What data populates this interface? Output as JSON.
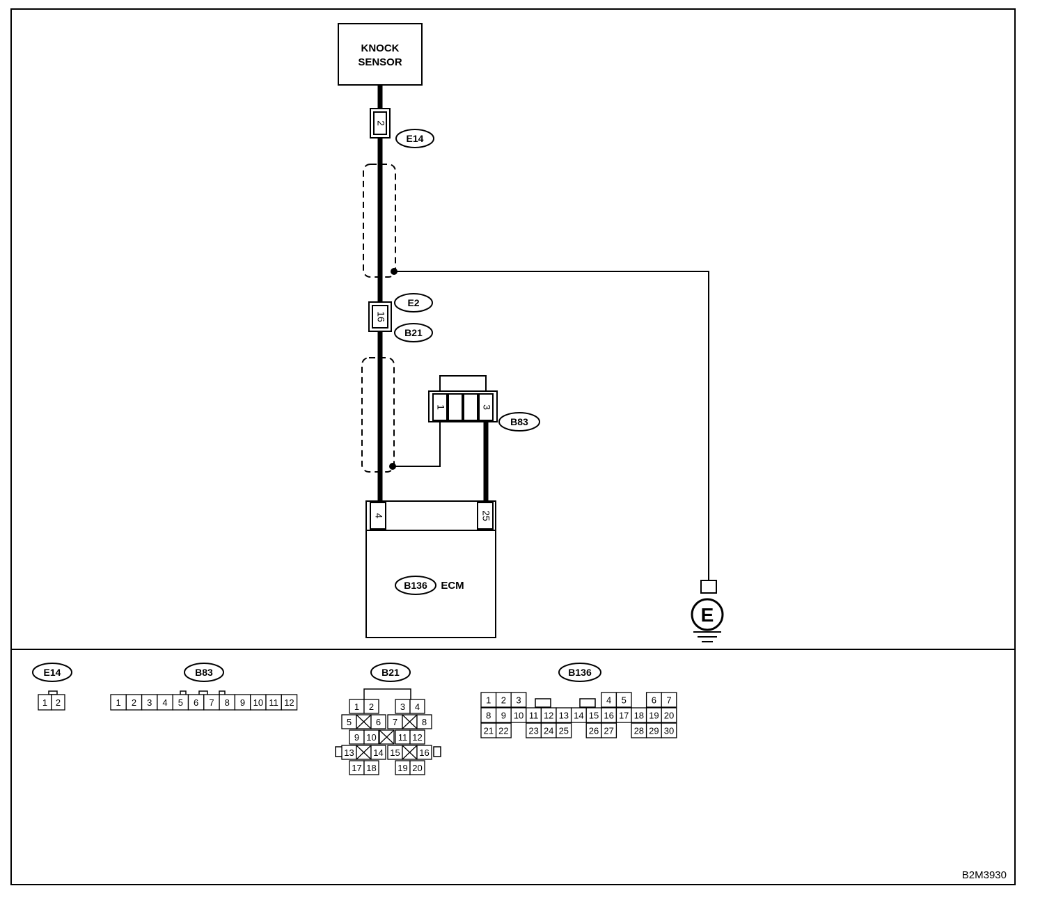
{
  "components": {
    "knock_sensor": {
      "line1": "KNOCK",
      "line2": "SENSOR"
    },
    "ecm": {
      "connector": "B136",
      "label": "ECM"
    },
    "ground": {
      "symbol": "E"
    }
  },
  "connectors": {
    "e14": {
      "code": "E14",
      "pin": "2"
    },
    "e2_b21": {
      "code_top": "E2",
      "code_bottom": "B21",
      "pin": "16"
    },
    "b83": {
      "code": "B83",
      "pin_left": "1",
      "pin_right": "3"
    },
    "ecm_pins": {
      "left": "4",
      "right": "25"
    }
  },
  "legend": {
    "e14": {
      "code": "E14",
      "pins": [
        "1",
        "2"
      ]
    },
    "b83": {
      "code": "B83",
      "pins": [
        "1",
        "2",
        "3",
        "4",
        "5",
        "6",
        "7",
        "8",
        "9",
        "10",
        "11",
        "12"
      ]
    },
    "b21": {
      "code": "B21",
      "pins": [
        "1",
        "2",
        "3",
        "4",
        "5",
        "6",
        "7",
        "8",
        "9",
        "10",
        "11",
        "12",
        "13",
        "14",
        "15",
        "16",
        "17",
        "18",
        "19",
        "20"
      ]
    },
    "b136": {
      "code": "B136",
      "pins": [
        "1",
        "2",
        "3",
        "4",
        "5",
        "6",
        "7",
        "8",
        "9",
        "10",
        "11",
        "12",
        "13",
        "14",
        "15",
        "16",
        "17",
        "18",
        "19",
        "20",
        "21",
        "22",
        "23",
        "24",
        "25",
        "26",
        "27",
        "28",
        "29",
        "30"
      ]
    }
  },
  "figure_code": "B2M3930"
}
